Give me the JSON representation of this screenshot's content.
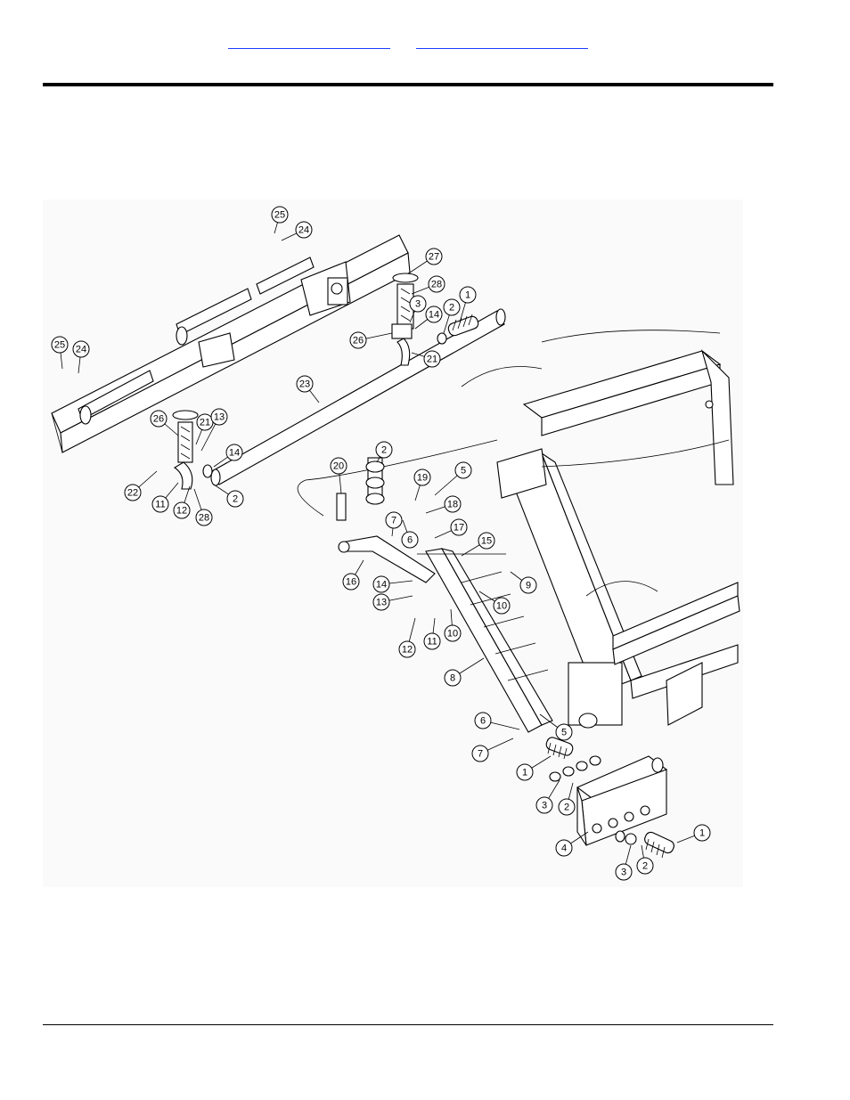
{
  "header": {
    "links": [
      "",
      ""
    ]
  },
  "diagram": {
    "callouts": [
      {
        "id": "c25a",
        "num": "25"
      },
      {
        "id": "c24a",
        "num": "24"
      },
      {
        "id": "c27",
        "num": "27"
      },
      {
        "id": "c28a",
        "num": "28"
      },
      {
        "id": "c1a",
        "num": "1"
      },
      {
        "id": "c2a",
        "num": "2"
      },
      {
        "id": "c3a",
        "num": "3"
      },
      {
        "id": "c14a",
        "num": "14"
      },
      {
        "id": "c26a",
        "num": "26"
      },
      {
        "id": "c21a",
        "num": "21"
      },
      {
        "id": "c25b",
        "num": "25"
      },
      {
        "id": "c24b",
        "num": "24"
      },
      {
        "id": "c23",
        "num": "23"
      },
      {
        "id": "c26b",
        "num": "26"
      },
      {
        "id": "c21b",
        "num": "21"
      },
      {
        "id": "c13a",
        "num": "13"
      },
      {
        "id": "c14b",
        "num": "14"
      },
      {
        "id": "c2b",
        "num": "2"
      },
      {
        "id": "c22",
        "num": "22"
      },
      {
        "id": "c11a",
        "num": "11"
      },
      {
        "id": "c12a",
        "num": "12"
      },
      {
        "id": "c28b",
        "num": "28"
      },
      {
        "id": "c2c",
        "num": "2"
      },
      {
        "id": "c20",
        "num": "20"
      },
      {
        "id": "c19",
        "num": "19"
      },
      {
        "id": "c5a",
        "num": "5"
      },
      {
        "id": "c18",
        "num": "18"
      },
      {
        "id": "c7a",
        "num": "7"
      },
      {
        "id": "c6a",
        "num": "6"
      },
      {
        "id": "c17",
        "num": "17"
      },
      {
        "id": "c15",
        "num": "15"
      },
      {
        "id": "c9",
        "num": "9"
      },
      {
        "id": "c16",
        "num": "16"
      },
      {
        "id": "c14c",
        "num": "14"
      },
      {
        "id": "c13b",
        "num": "13"
      },
      {
        "id": "c10a",
        "num": "10"
      },
      {
        "id": "c12b",
        "num": "12"
      },
      {
        "id": "c11b",
        "num": "11"
      },
      {
        "id": "c10b",
        "num": "10"
      },
      {
        "id": "c8",
        "num": "8"
      },
      {
        "id": "c6b",
        "num": "6"
      },
      {
        "id": "c5b",
        "num": "5"
      },
      {
        "id": "c7b",
        "num": "7"
      },
      {
        "id": "c1b",
        "num": "1"
      },
      {
        "id": "c3b",
        "num": "3"
      },
      {
        "id": "c2d",
        "num": "2"
      },
      {
        "id": "c4",
        "num": "4"
      },
      {
        "id": "c1c",
        "num": "1"
      },
      {
        "id": "c3c",
        "num": "3"
      },
      {
        "id": "c2e",
        "num": "2"
      }
    ]
  }
}
